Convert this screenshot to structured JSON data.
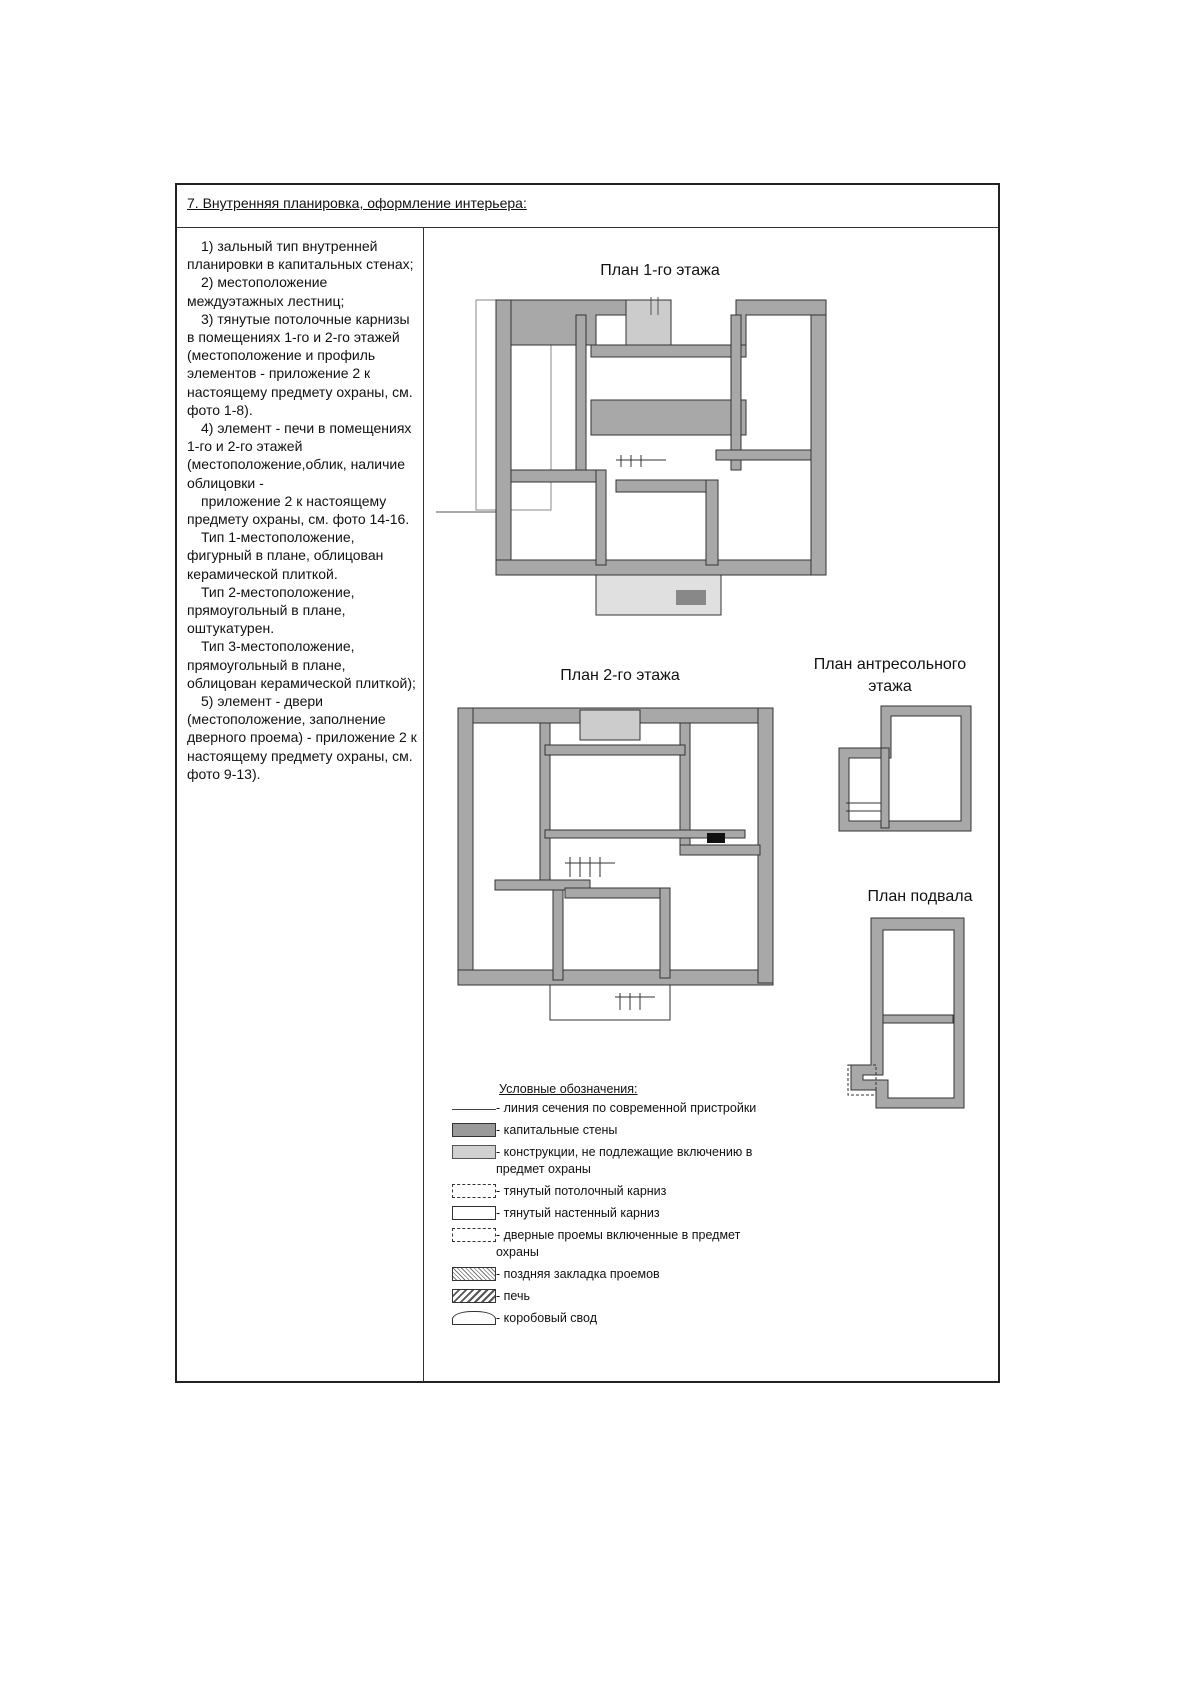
{
  "section_title": "7. Внутренняя планировка, оформление интерьера:",
  "description": [
    "1) зальный тип внутренней планировки в капитальных стенах;",
    "2) местоположение междуэтажных лестниц;",
    "3) тянутые потолочные карнизы в помещениях 1-го и 2-го этажей (местоположение и профиль элементов - приложение 2 к настоящему предмету охраны, см. фото 1-8).",
    "4) элемент - печи в помещениях 1-го и 2-го этажей (местоположение,облик, наличие облицовки -",
    "приложение 2 к настоящему предмету охраны, см. фото 14-16.",
    "Тип 1-местоположение, фигурный в плане, облицован керамической плиткой.",
    "Тип 2-местоположение, прямоугольный в плане, оштукатурен.",
    "Тип 3-местоположение, прямоугольный в плане, облицован керамической плиткой);",
    "5) элемент - двери (местоположение, заполнение дверного проема) - приложение 2 к настоящему предмету охраны, см. фото 9-13)."
  ],
  "plans": {
    "floor1": "План 1-го этажа",
    "floor2": "План 2-го этажа",
    "mezzanine_line1": "План антресольного",
    "mezzanine_line2": "этажа",
    "basement": "План подвала"
  },
  "legend": {
    "title": "Условные обозначения:",
    "items": [
      {
        "icon": "section-line",
        "label": "- линия сечения по  современной пристройки"
      },
      {
        "icon": "dark-hatch",
        "label": "- капитальные стены"
      },
      {
        "icon": "light-hatch",
        "label": "- конструкции, не подлежащие включению в предмет охраны"
      },
      {
        "icon": "dashed-box",
        "label": "- тянутый потолочный карниз"
      },
      {
        "icon": "dash-dot-box",
        "label": "- тянутый настенный карниз"
      },
      {
        "icon": "dashed-box",
        "label": "- дверные проемы включенные в предмет охраны"
      },
      {
        "icon": "crosshatch",
        "label": "- поздняя закладка проемов"
      },
      {
        "icon": "diagonal-hatch",
        "label": "- печь"
      },
      {
        "icon": "arch",
        "label": "- коробовый свод"
      }
    ]
  },
  "colors": {
    "wall": "#9a9a9a",
    "light": "#d0d0d0",
    "line": "#222222"
  }
}
